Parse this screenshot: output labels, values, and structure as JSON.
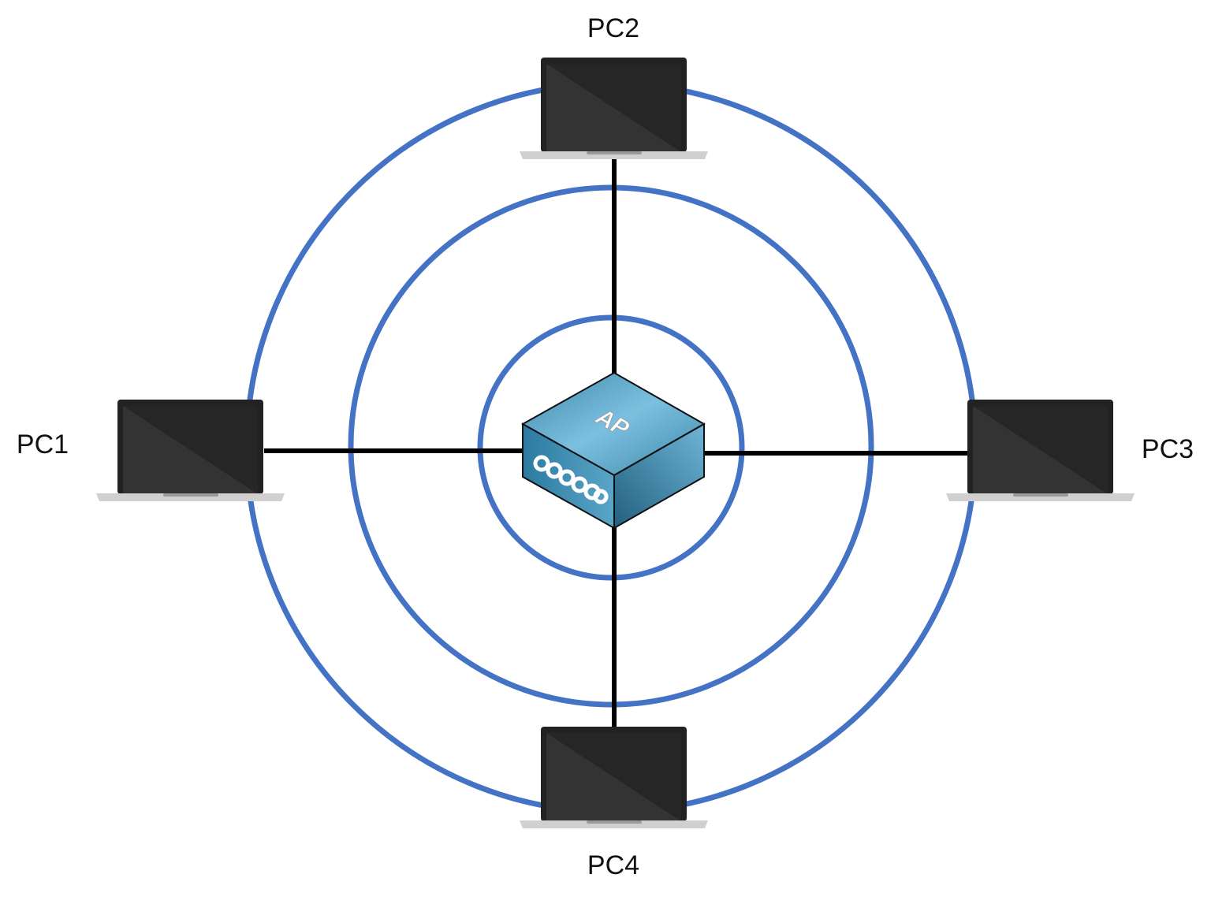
{
  "colors": {
    "ring": "#4472c4",
    "link": "#000000",
    "ap": "#4a9cc0"
  },
  "access_point": {
    "label": "AP"
  },
  "nodes": [
    {
      "id": "pc1",
      "label": "PC1"
    },
    {
      "id": "pc2",
      "label": "PC2"
    },
    {
      "id": "pc3",
      "label": "PC3"
    },
    {
      "id": "pc4",
      "label": "PC4"
    }
  ]
}
